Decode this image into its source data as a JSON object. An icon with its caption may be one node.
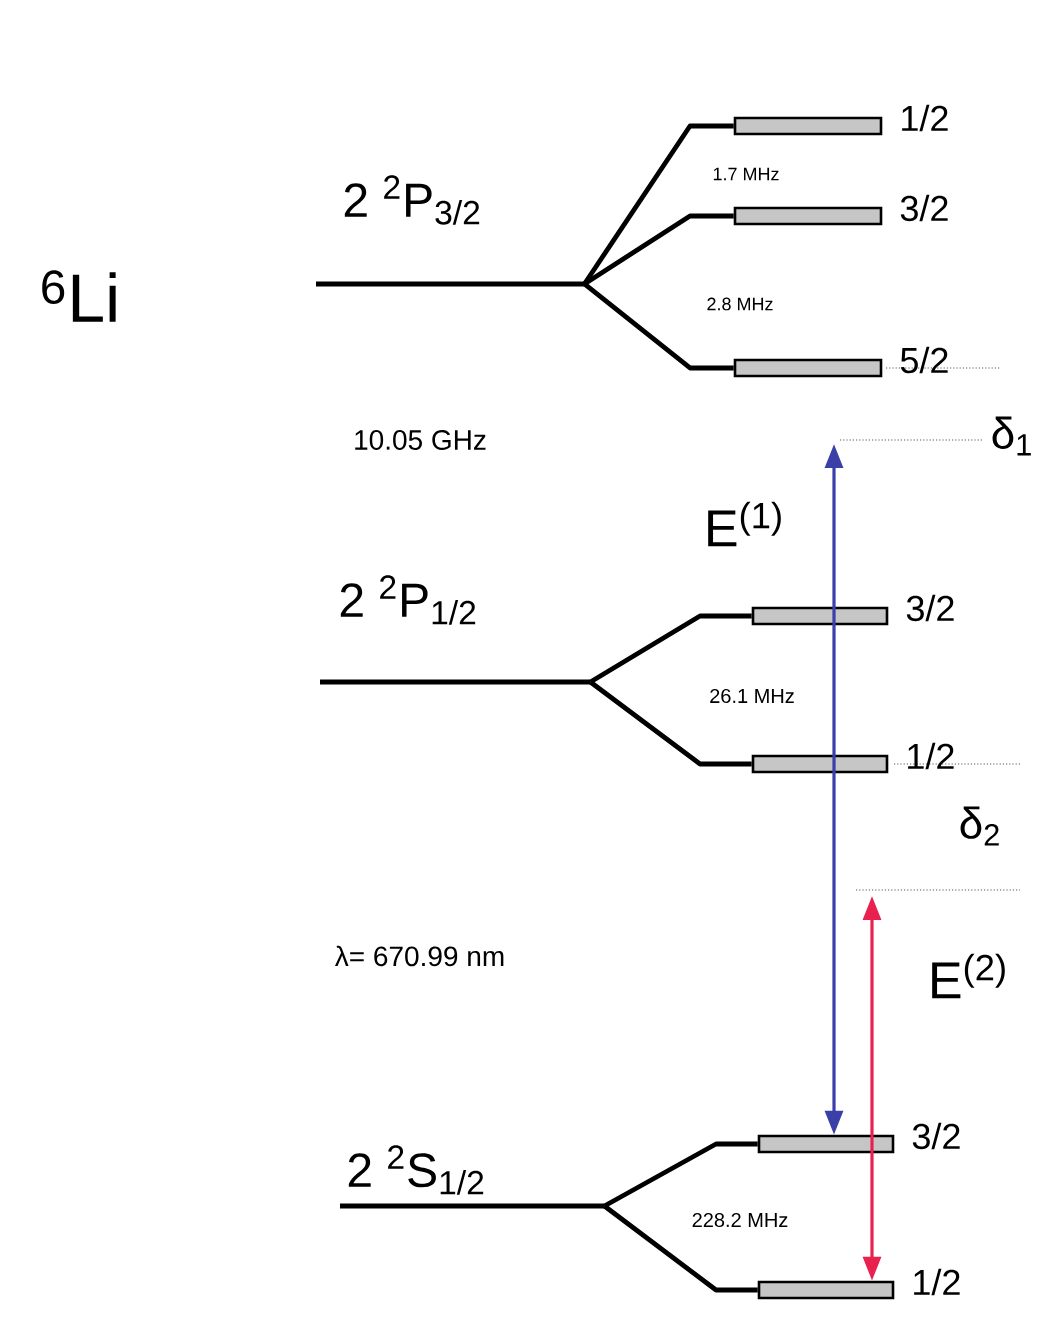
{
  "diagram": {
    "nodes": [
      {
        "text": [
          "2 $^{2}$P$_{3/2}$"
        ]
      },
      {
        "text": [
          "1/2"
        ]
      },
      {
        "text": [
          "3/2"
        ]
      },
      {
        "text": [
          "5/2"
        ]
      },
      {
        "text": [
          "2 $^{2}$P$_{1/2}$"
        ]
      },
      {
        "text": [
          "3/2"
        ]
      },
      {
        "text": [
          "1/2"
        ]
      },
      {
        "text": [
          "2 $^{2}$S$_{1/2}$"
        ]
      },
      {
        "text": [
          "3/2"
        ]
      },
      {
        "text": [
          "1/2"
        ]
      }
    ],
    "edges": [
      {
        "from": 0,
        "to": 1,
        "arrow": "none"
      },
      {
        "from": 0,
        "to": 2,
        "arrow": "none"
      },
      {
        "from": 0,
        "to": 3,
        "arrow": "none"
      },
      {
        "from": 4,
        "to": 5,
        "arrow": "none"
      },
      {
        "from": 4,
        "to": 6,
        "arrow": "none"
      },
      {
        "from": 7,
        "to": 8,
        "arrow": "none"
      },
      {
        "from": 7,
        "to": 9,
        "arrow": "none"
      },
      {
        "from": null,
        "to": 8,
        "arrow": "both",
        "label": "E$^{(1)}$",
        "color": "#3b3fa8"
      },
      {
        "from": null,
        "to": 9,
        "arrow": "both",
        "label": "E$^{(2)}$",
        "color": "#e8214f"
      }
    ],
    "labels": [
      "$^{6}$Li",
      "1.7 MHz",
      "2.8 MHz",
      "10.05 GHz",
      "δ$_{1}$",
      "26.1 MHz",
      "δ$_{2}$",
      "λ= 670.99 nm",
      "228.2 MHz"
    ]
  }
}
